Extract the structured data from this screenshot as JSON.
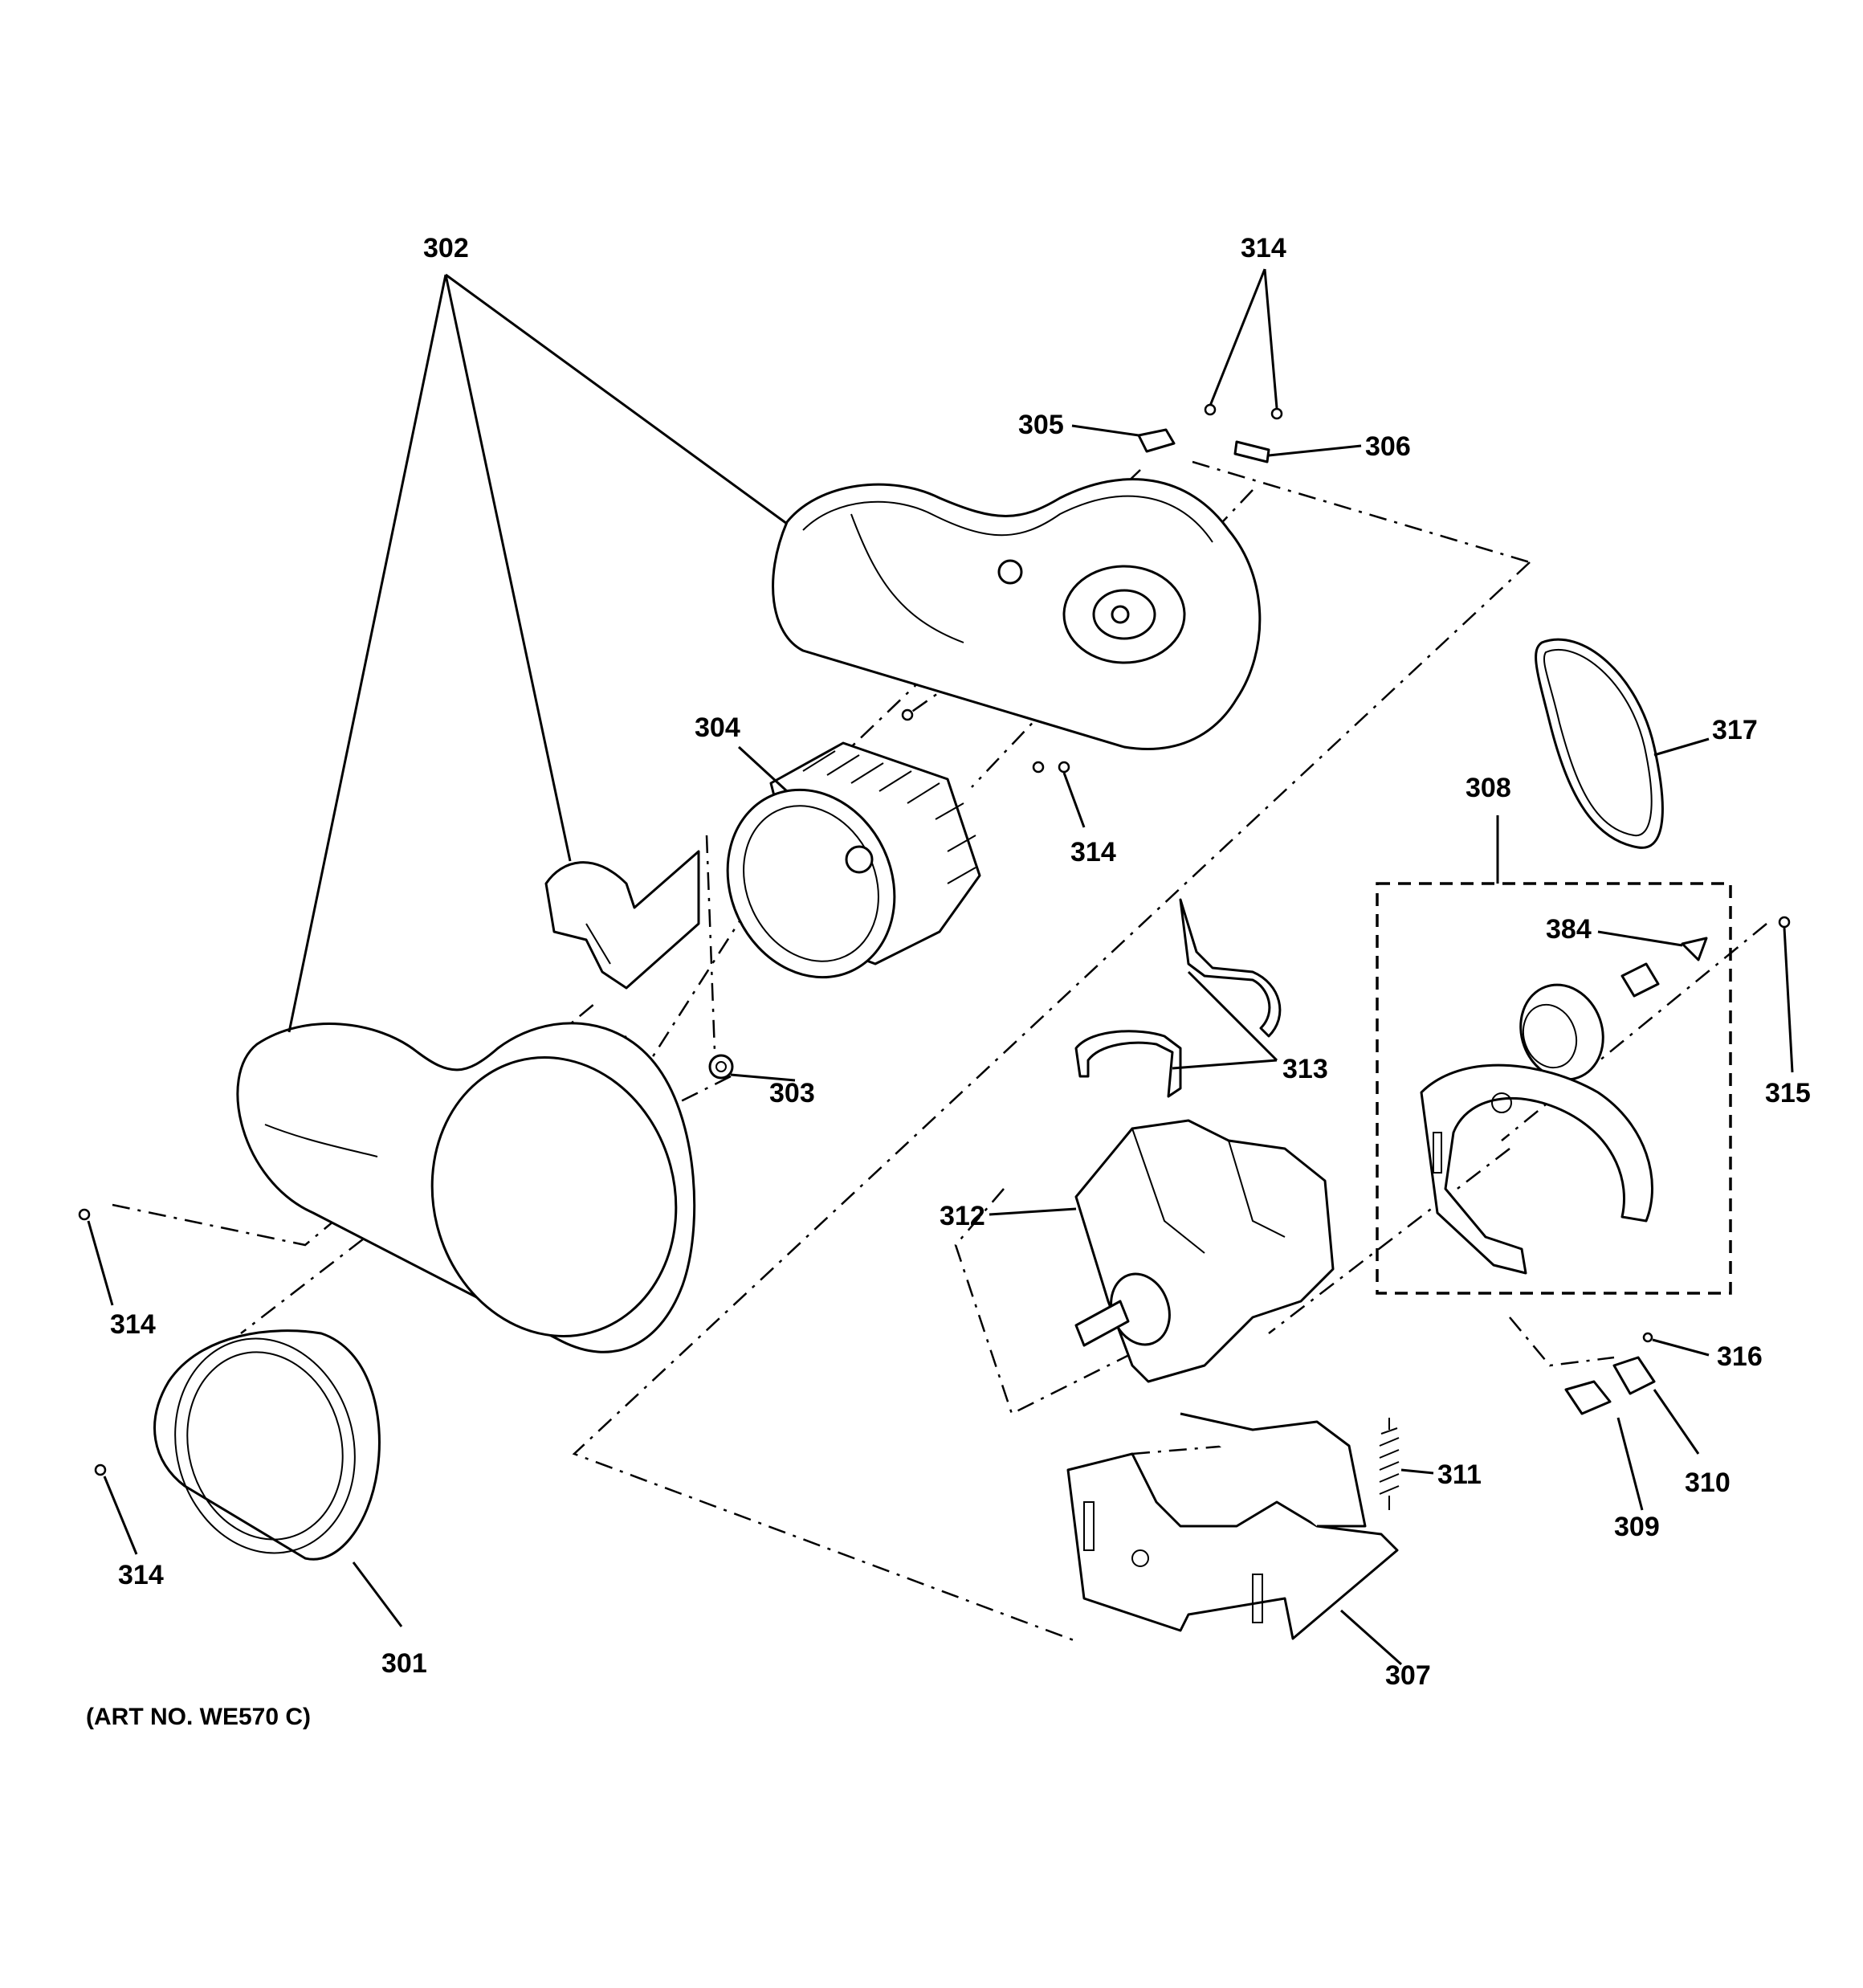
{
  "labels": {
    "l302": "302",
    "l314_top": "314",
    "l305": "305",
    "l306": "306",
    "l304": "304",
    "l314_mid": "314",
    "l317": "317",
    "l308": "308",
    "l384": "384",
    "l315": "315",
    "l303": "303",
    "l313": "313",
    "l312": "312",
    "l314_left": "314",
    "l316": "316",
    "l311": "311",
    "l310": "310",
    "l309": "309",
    "l314_bottom": "314",
    "l301": "301",
    "l307": "307"
  },
  "art_number": "(ART NO. WE570 C)"
}
